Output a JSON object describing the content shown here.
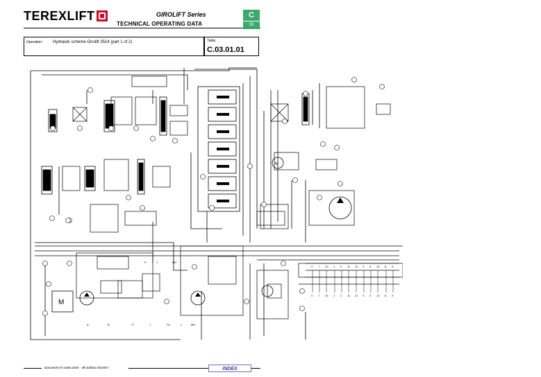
{
  "header": {
    "logo_text": "TEREXLIFT",
    "series": "GIROLIFT Series",
    "technical_data": "TECHNICAL OPERATING DATA",
    "section_letter": "C",
    "section_page": "33"
  },
  "operation": {
    "label": "Operation:",
    "value": "Hydraulic scheme Girolift 3514 (part 1 of 2)"
  },
  "table": {
    "label": "Table:",
    "value": "C.03.01.01"
  },
  "schematic": {
    "motor_label": "M",
    "motor_small_label": "M",
    "terminal_top_numbers": [
      "4",
      "7",
      "10",
      "1",
      "2",
      "11",
      "12",
      "3",
      "5",
      "13",
      "8",
      "9"
    ],
    "terminal_bottom_numbers": [
      "4",
      "7",
      "10",
      "1",
      "2",
      "11",
      "12",
      "3",
      "5",
      "13",
      "8",
      "9"
    ],
    "port_labels": [
      "A",
      "B",
      "P",
      "T",
      "Ps",
      "L",
      "MH",
      "P",
      "T",
      "MH"
    ]
  },
  "footer": {
    "document": "Document 57.4400.4200 - 4th Edition 05/2007",
    "index_link": "INDEX"
  },
  "colors": {
    "section_badge": "#3aa96b",
    "logo_red": "#c8102e",
    "index_link": "#3a3aa0"
  }
}
